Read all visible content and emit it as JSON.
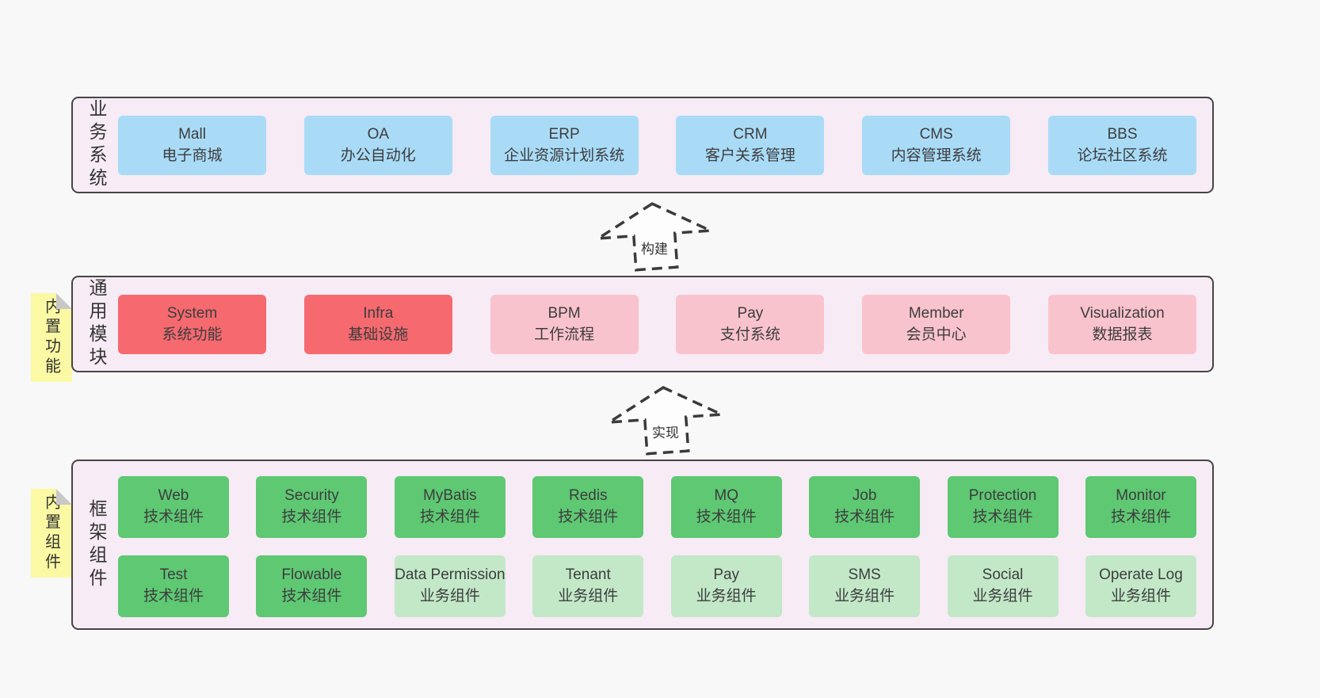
{
  "colors": {
    "page_bg": "#f8f8f8",
    "container_bg": "#f7ebf5",
    "container_border": "#454545",
    "blue_box": "#a9dbf7",
    "red_box": "#f5696f",
    "pink_box": "#f9c3cd",
    "green_box": "#5ec873",
    "light_green_box": "#c2e8c8",
    "note_bg": "#fbf9a3",
    "note_fold": "#c8c8c8",
    "text": "#3d3d3d"
  },
  "arrows": [
    {
      "label": "构建"
    },
    {
      "label": "实现"
    }
  ],
  "layers": [
    {
      "label": "业务系统",
      "boxes": [
        {
          "name": "Mall",
          "label": "电子商城"
        },
        {
          "name": "OA",
          "label": "办公自动化"
        },
        {
          "name": "ERP",
          "label": "企业资源计划系统"
        },
        {
          "name": "CRM",
          "label": "客户关系管理"
        },
        {
          "name": "CMS",
          "label": "内容管理系统"
        },
        {
          "name": "BBS",
          "label": "论坛社区系统"
        }
      ]
    },
    {
      "label": "通用模块",
      "note": "内置功能",
      "boxes": [
        {
          "name": "System",
          "label": "系统功能"
        },
        {
          "name": "Infra",
          "label": "基础设施"
        },
        {
          "name": "BPM",
          "label": "工作流程"
        },
        {
          "name": "Pay",
          "label": "支付系统"
        },
        {
          "name": "Member",
          "label": "会员中心"
        },
        {
          "name": "Visualization",
          "label": "数据报表"
        }
      ]
    },
    {
      "label": "框架组件",
      "note": "内置组件",
      "rows": [
        [
          {
            "name": "Web",
            "label": "技术组件"
          },
          {
            "name": "Security",
            "label": "技术组件"
          },
          {
            "name": "MyBatis",
            "label": "技术组件"
          },
          {
            "name": "Redis",
            "label": "技术组件"
          },
          {
            "name": "MQ",
            "label": "技术组件"
          },
          {
            "name": "Job",
            "label": "技术组件"
          },
          {
            "name": "Protection",
            "label": "技术组件"
          },
          {
            "name": "Monitor",
            "label": "技术组件"
          }
        ],
        [
          {
            "name": "Test",
            "label": "技术组件"
          },
          {
            "name": "Flowable",
            "label": "技术组件"
          },
          {
            "name": "Data Permission",
            "label": "业务组件"
          },
          {
            "name": "Tenant",
            "label": "业务组件"
          },
          {
            "name": "Pay",
            "label": "业务组件"
          },
          {
            "name": "SMS",
            "label": "业务组件"
          },
          {
            "name": "Social",
            "label": "业务组件"
          },
          {
            "name": "Operate Log",
            "label": "业务组件"
          }
        ]
      ]
    }
  ]
}
